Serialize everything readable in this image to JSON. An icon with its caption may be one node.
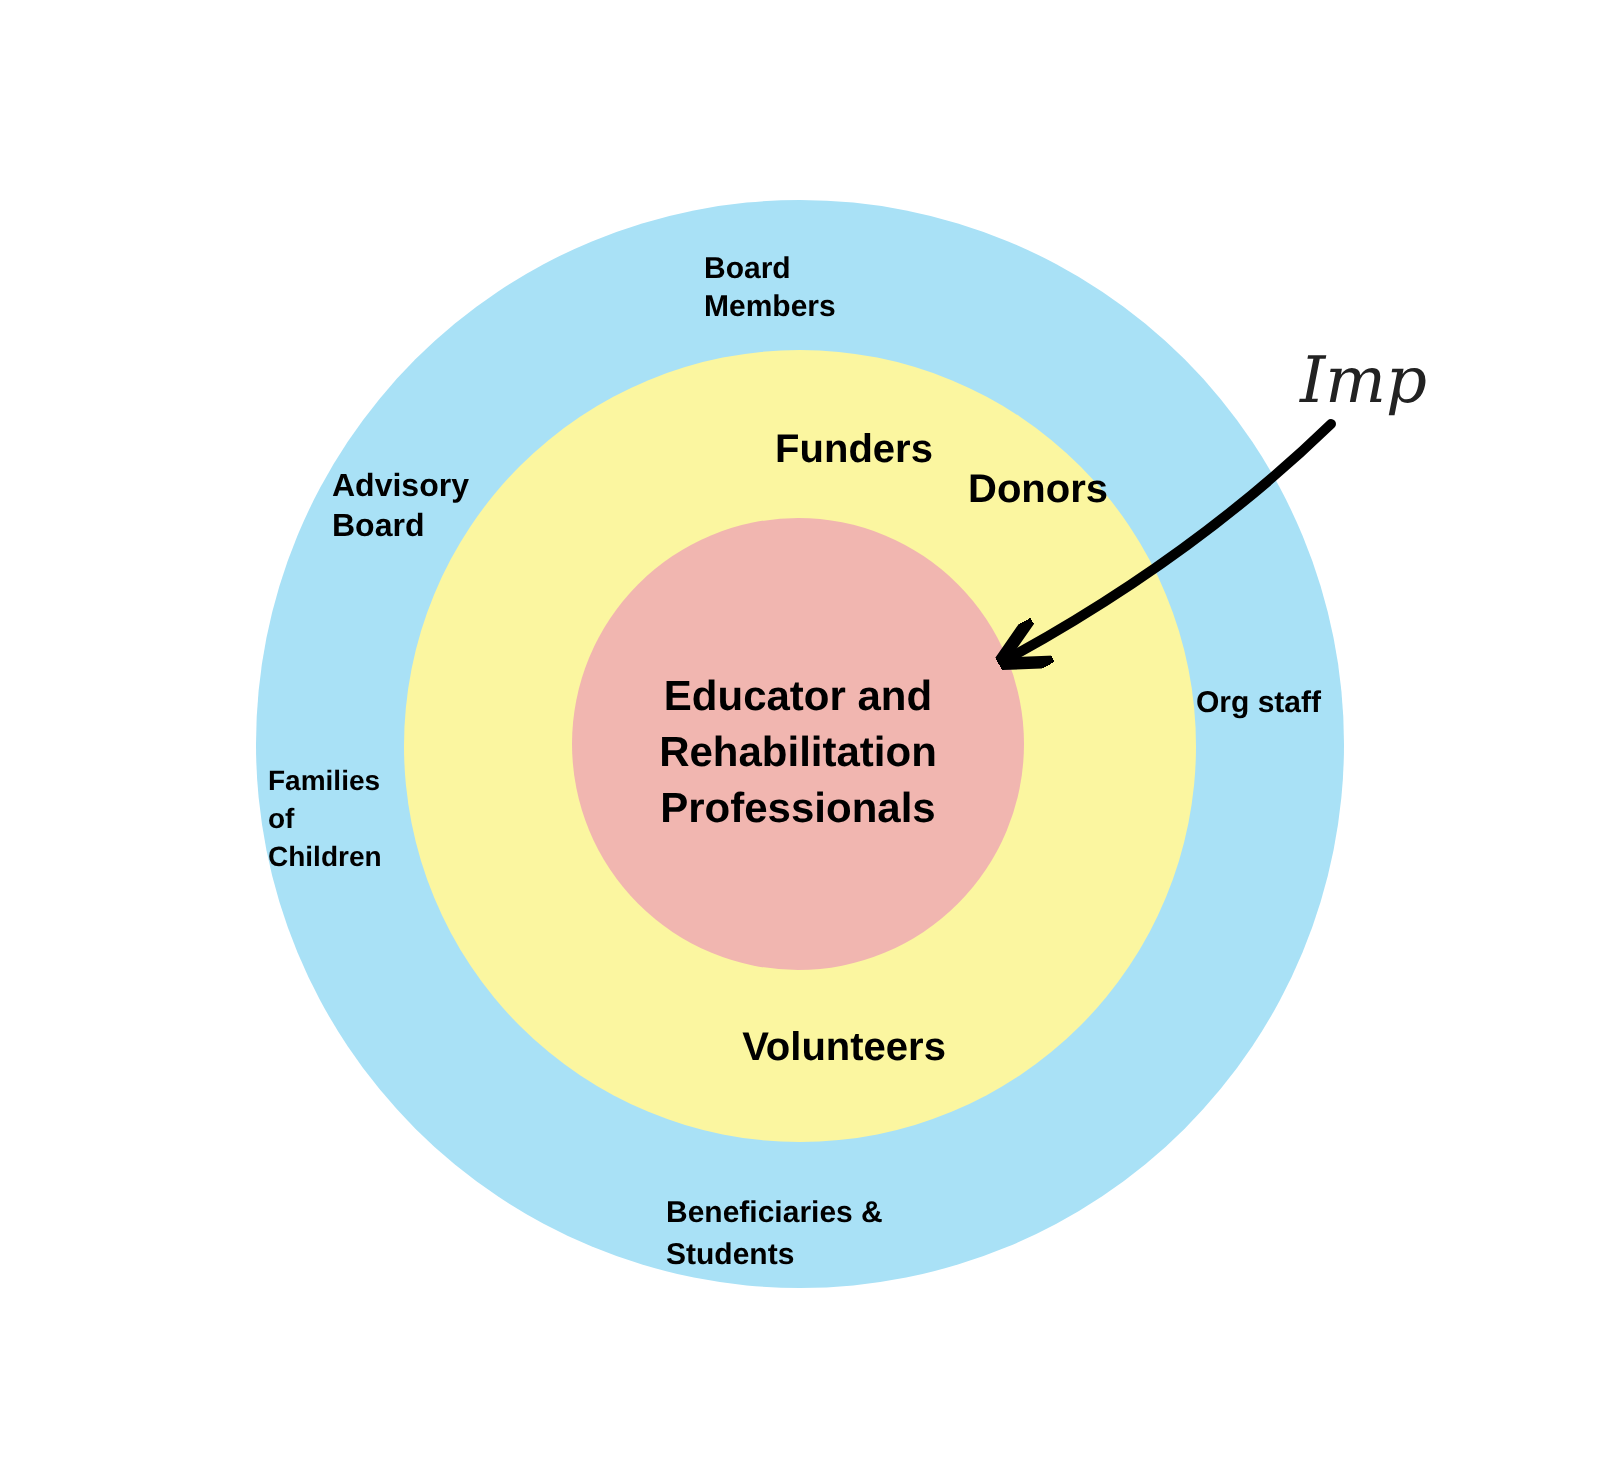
{
  "diagram": {
    "nodes": [
      {
        "text": [
          "Board Members",
          "Advisory Board",
          "Families of Children",
          "Org staff",
          "Beneficiaries & Students"
        ]
      },
      {
        "text": [
          "Funders",
          "Donors",
          "Volunteers"
        ],
        "in": 0
      },
      {
        "text": [
          "Educator and Rehabilitation Professionals"
        ],
        "in": 1
      },
      {
        "text": [
          "Imp"
        ]
      }
    ],
    "edges": [
      {
        "from": 3,
        "to": 2,
        "arrow": "to"
      }
    ]
  }
}
